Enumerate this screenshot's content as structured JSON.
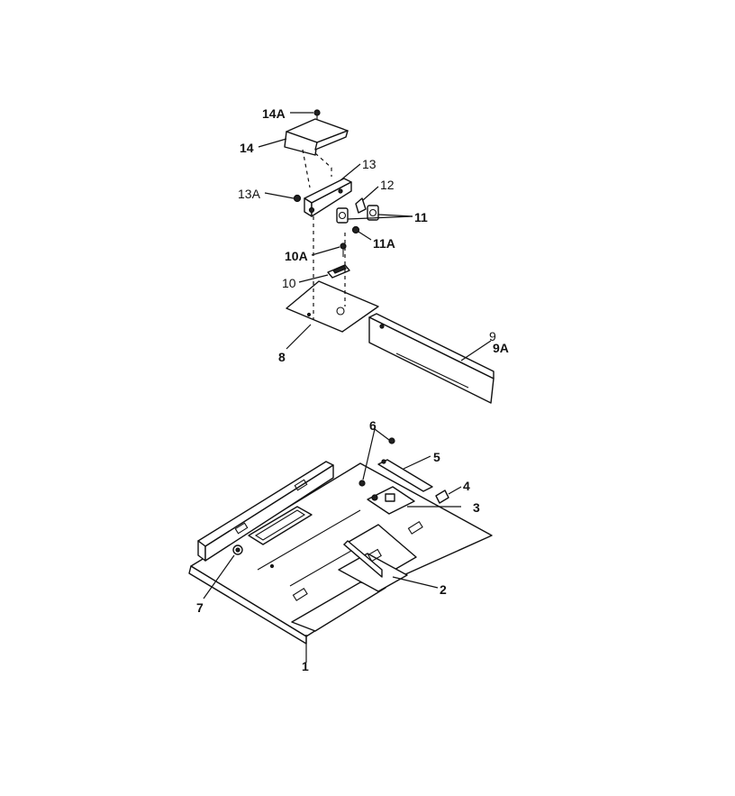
{
  "callouts": {
    "c14a": "14A",
    "c14": "14",
    "c13": "13",
    "c13a": "13A",
    "c12": "12",
    "c11": "11",
    "c11a": "11A",
    "c10a": "10A",
    "c10": "10",
    "c8": "8",
    "c9": "9",
    "c9a": "9A",
    "c6": "6",
    "c5": "5",
    "c4": "4",
    "c3": "3",
    "c2": "2",
    "c7": "7",
    "c1": "1"
  }
}
